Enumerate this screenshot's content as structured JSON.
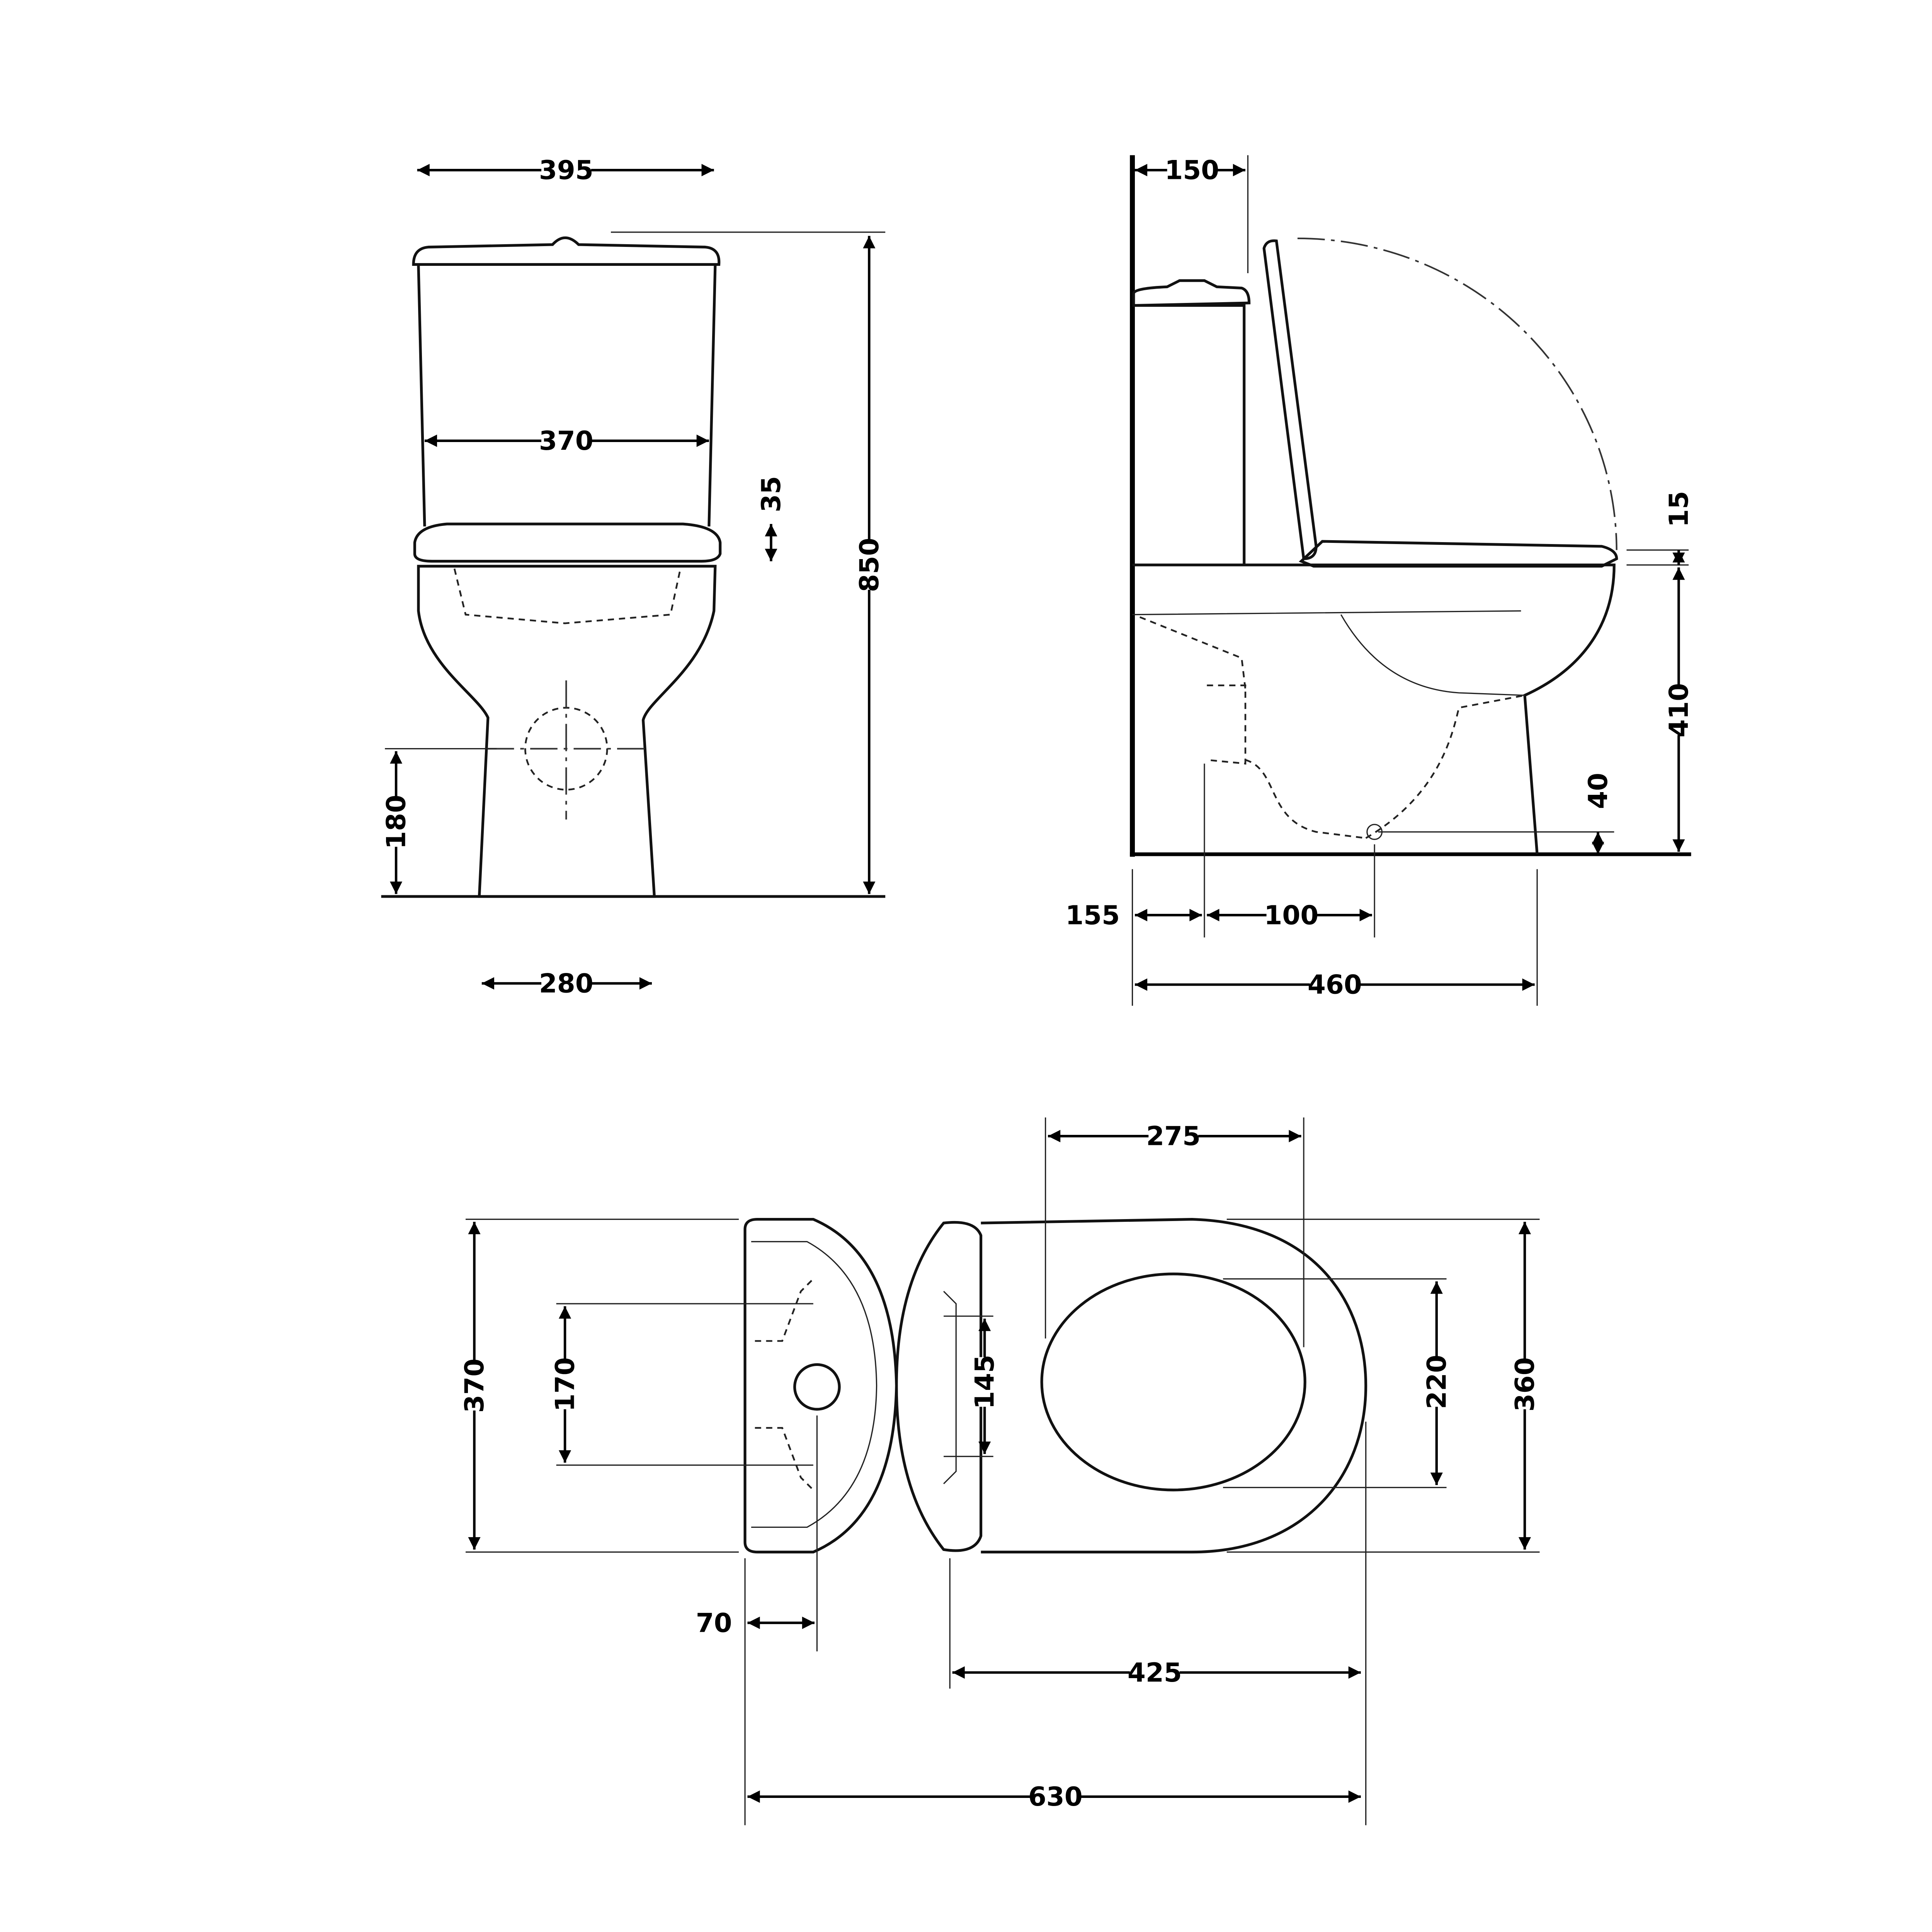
{
  "units": "mm",
  "views": {
    "front": {
      "tank_width": "395",
      "tank_inner_width": "370",
      "seat_thickness": "35",
      "total_height": "850",
      "outlet_height": "180",
      "base_width": "280"
    },
    "side": {
      "tank_depth": "150",
      "seat_gap": "15",
      "rim_height": "410",
      "floor_outlet_height": "40",
      "wall_offset": "155",
      "outlet_spacing": "100",
      "base_depth": "460"
    },
    "top": {
      "opening_width": "275",
      "tank_width": "370",
      "fixing_spacing": "170",
      "hinge_spacing": "145",
      "opening_length": "220",
      "bowl_width": "360",
      "hole_offset": "70",
      "bowl_length": "425",
      "total_length": "630"
    }
  }
}
